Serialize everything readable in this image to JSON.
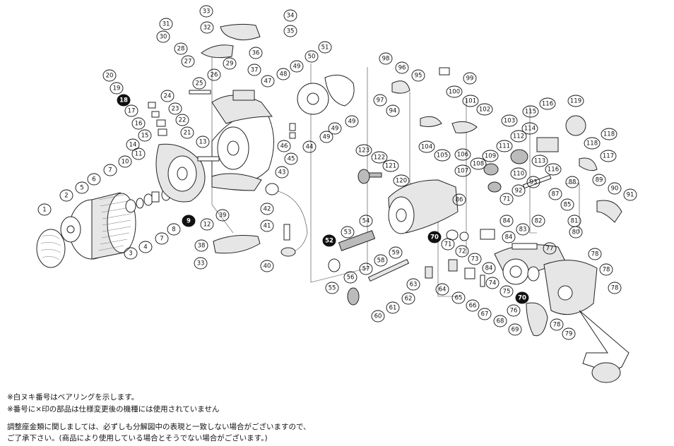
{
  "diagram": {
    "part_numbers": [
      "1",
      "2",
      "3",
      "4",
      "5",
      "6",
      "7",
      "8",
      "9",
      "10",
      "11",
      "12",
      "13",
      "14",
      "15",
      "16",
      "17",
      "18",
      "19",
      "20",
      "21",
      "22",
      "23",
      "24",
      "25",
      "26",
      "27",
      "28",
      "29",
      "30",
      "31",
      "32",
      "33",
      "34",
      "35",
      "36",
      "37",
      "38",
      "39",
      "40",
      "41",
      "42",
      "43",
      "44",
      "45",
      "46",
      "47",
      "48",
      "49",
      "50",
      "51",
      "52",
      "53",
      "54",
      "55",
      "56",
      "57",
      "58",
      "59",
      "60",
      "61",
      "62",
      "63",
      "64",
      "65",
      "66",
      "67",
      "68",
      "69",
      "70",
      "71",
      "72",
      "73",
      "74",
      "75",
      "76",
      "77",
      "78",
      "79",
      "80",
      "81",
      "82",
      "83",
      "84",
      "85",
      "86",
      "87",
      "88",
      "89",
      "90",
      "91",
      "92",
      "93",
      "94",
      "95",
      "96",
      "97",
      "98",
      "99",
      "100",
      "101",
      "102",
      "103",
      "104",
      "105",
      "106",
      "107",
      "108",
      "109",
      "110",
      "111",
      "112",
      "113",
      "114",
      "115",
      "116",
      "117",
      "118",
      "119",
      "120",
      "121",
      "122",
      "123"
    ],
    "bearing_numbers": [
      "9",
      "18",
      "52",
      "70"
    ]
  },
  "notes": {
    "line1": "※白ヌキ番号はベアリングを示します。",
    "line2": "※番号に×印の部品は仕様変更後の機種には使用されていません",
    "line3": "調整座金類に関しましては、必ずしも分解図中の表現と一致しない場合がございますので、",
    "line4": "ご了承下さい。(商品により使用している場合とそうでない場合がございます。)"
  }
}
